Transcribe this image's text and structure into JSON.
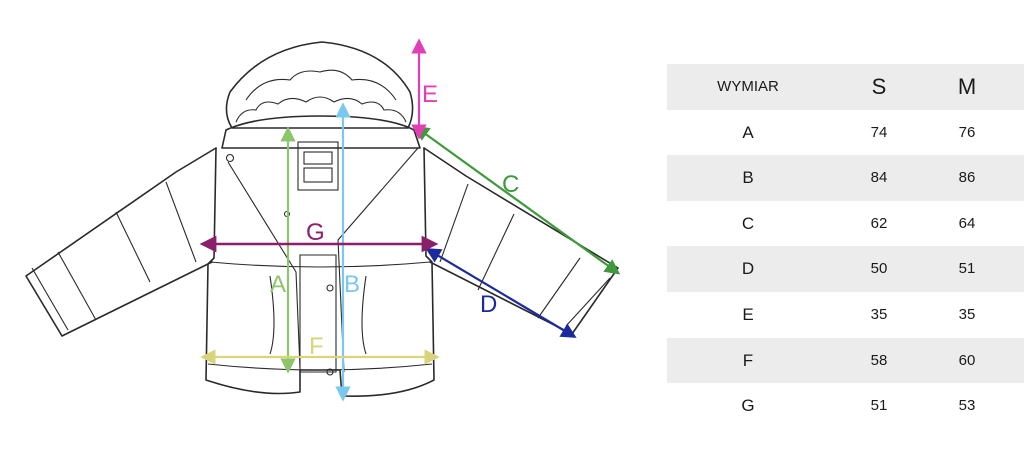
{
  "diagram": {
    "labels": [
      "A",
      "B",
      "C",
      "D",
      "E",
      "F",
      "G"
    ],
    "colors": {
      "A": "#8cc56b",
      "B": "#7ac8ee",
      "C": "#3e9a3a",
      "D": "#1c2a9e",
      "E": "#e13fb4",
      "F": "#d9d47a",
      "G": "#8a1f6a"
    }
  },
  "table": {
    "headers": [
      "WYMIAR",
      "S",
      "M"
    ],
    "rows": [
      [
        "A",
        "74",
        "76"
      ],
      [
        "B",
        "84",
        "86"
      ],
      [
        "C",
        "62",
        "64"
      ],
      [
        "D",
        "50",
        "51"
      ],
      [
        "E",
        "35",
        "35"
      ],
      [
        "F",
        "58",
        "60"
      ],
      [
        "G",
        "51",
        "53"
      ]
    ],
    "shade_color": "#ececec"
  }
}
